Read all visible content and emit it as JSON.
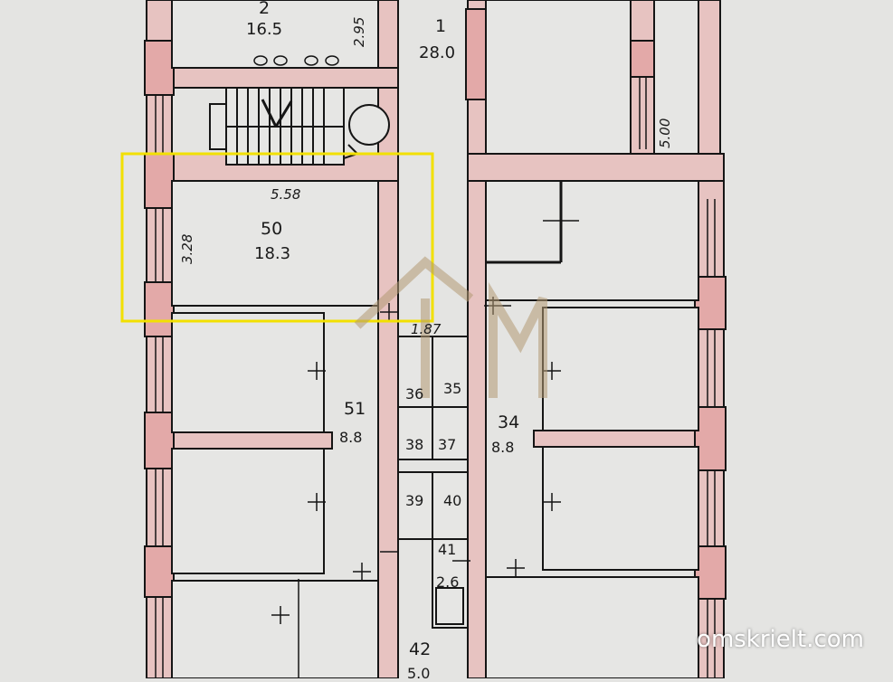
{
  "rooms": {
    "r2": {
      "number": "2",
      "area": "16.5"
    },
    "r1": {
      "number": "1",
      "area": "28.0"
    },
    "r50": {
      "number": "50",
      "area": "18.3"
    },
    "r51": {
      "number": "51",
      "area": "8.8"
    },
    "r34": {
      "number": "34",
      "area": "8.8"
    },
    "r35": {
      "number": "35"
    },
    "r36": {
      "number": "36"
    },
    "r37": {
      "number": "37"
    },
    "r38": {
      "number": "38"
    },
    "r39": {
      "number": "39"
    },
    "r40": {
      "number": "40"
    },
    "r41": {
      "number": "41",
      "area": "2.6"
    },
    "r42": {
      "number": "42",
      "area": "5.0"
    }
  },
  "dimensions": {
    "d295": "2.95",
    "d500": "5.00",
    "d558": "5.58",
    "d328": "3.28",
    "d187": "1.87"
  },
  "watermark": "omskrielt.com",
  "colors": {
    "highlight": "#f2e000",
    "wall_fill": "#e7c3c1",
    "line": "#151515"
  }
}
